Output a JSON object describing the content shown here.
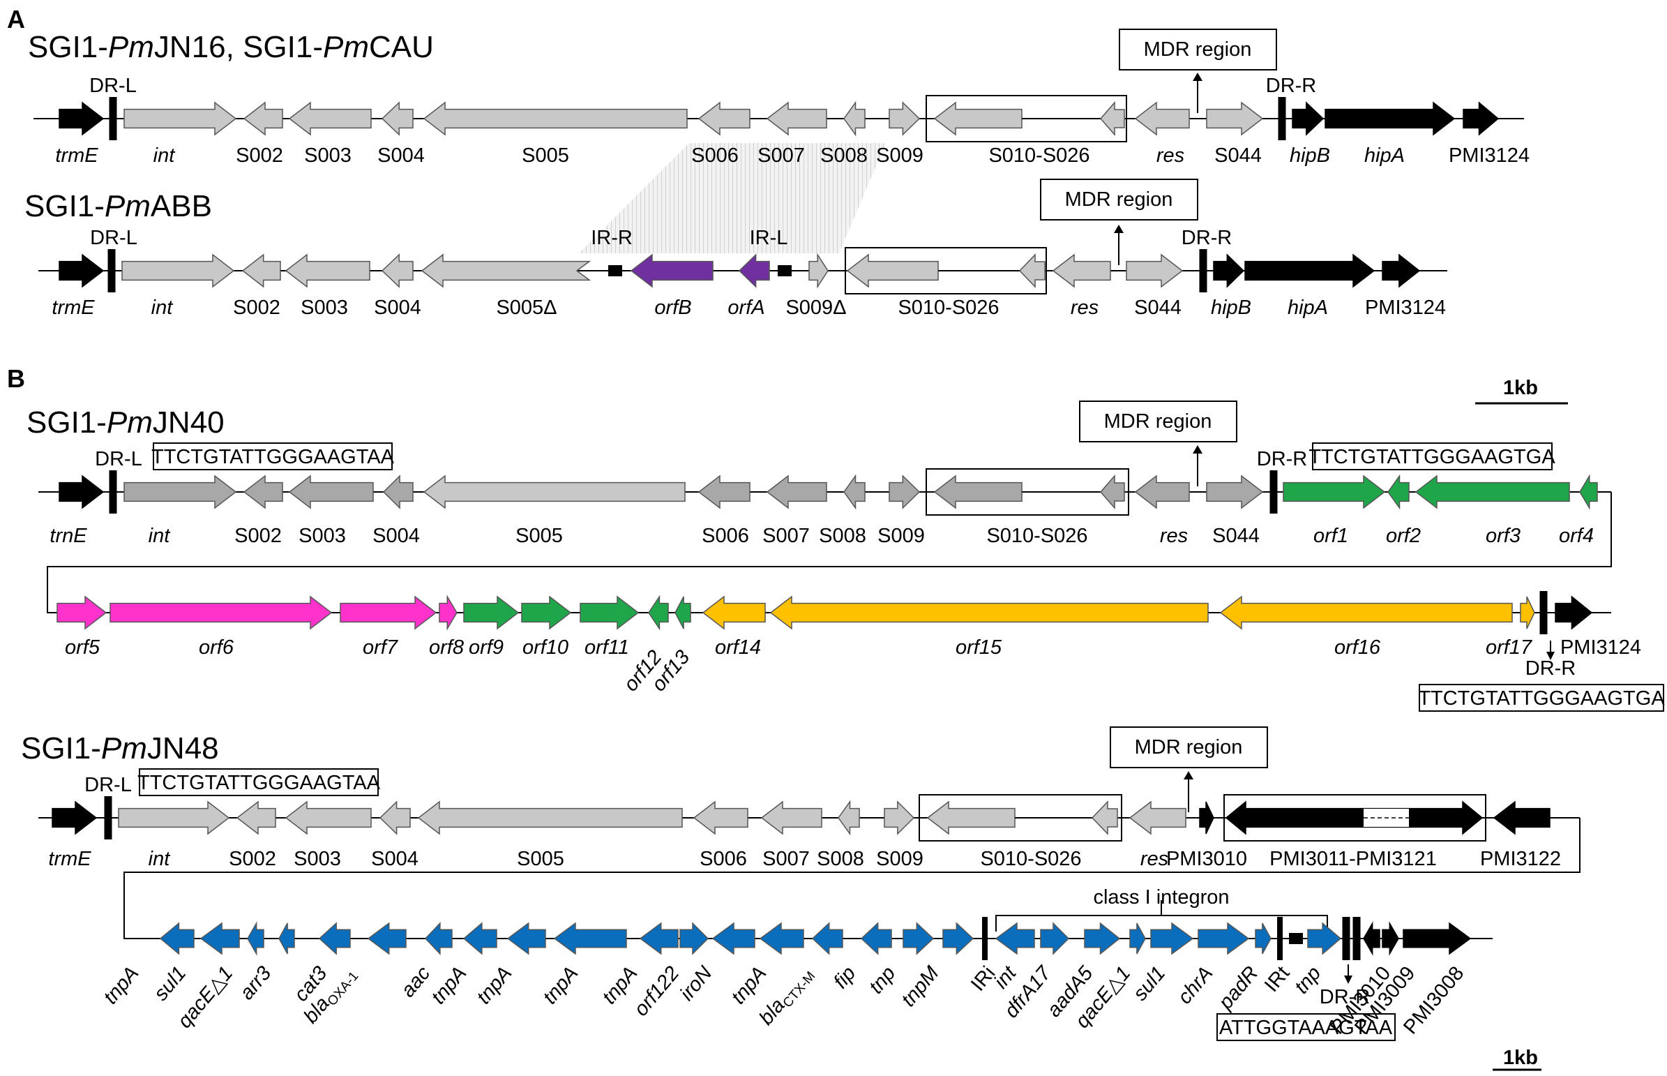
{
  "panels": [
    "A",
    "B"
  ],
  "colors": {
    "grey": "#c8c8c8",
    "dark_grey": "#a8a8a8",
    "black": "#000000",
    "purple": "#7030a0",
    "green": "#1fa64a",
    "magenta": "#ff33cc",
    "orange": "#ffc000",
    "blue": "#0a6ebd"
  },
  "scale": "1kb",
  "labels": {
    "mdr": "MDR region",
    "region": "S010-S026",
    "dr_l": "DR-L",
    "dr_r": "DR-R",
    "ir_r": "IR-R",
    "ir_l": "IR-L",
    "class1": "class I integron",
    "seq1": "TTCTGTATTGGGAAGTAA",
    "seq2": "TTCTGTATTGGGAAGTGA",
    "seq3": "ATTGGTAAAGTAA"
  },
  "islands": [
    {
      "title_parts": [
        "SGI1-",
        "Pm",
        "JN16, SGI1-",
        "Pm",
        "CAU"
      ],
      "genes": [
        {
          "name": "trmE",
          "italic": true,
          "color": "black",
          "dir": "right"
        },
        {
          "name": "int",
          "italic": true,
          "color": "grey",
          "dir": "right"
        },
        {
          "name": "S002",
          "italic": false,
          "color": "grey",
          "dir": "left"
        },
        {
          "name": "S003",
          "italic": false,
          "color": "grey",
          "dir": "left"
        },
        {
          "name": "S004",
          "italic": false,
          "color": "grey",
          "dir": "left"
        },
        {
          "name": "S005",
          "italic": false,
          "color": "grey",
          "dir": "left"
        },
        {
          "name": "S006",
          "italic": false,
          "color": "grey",
          "dir": "left"
        },
        {
          "name": "S007",
          "italic": false,
          "color": "grey",
          "dir": "left"
        },
        {
          "name": "S008",
          "italic": false,
          "color": "grey",
          "dir": "left"
        },
        {
          "name": "S009",
          "italic": false,
          "color": "grey",
          "dir": "right"
        },
        {
          "name": "S010-S026",
          "italic": false,
          "color": "grey",
          "dir": "left"
        },
        {
          "name": "res",
          "italic": true,
          "color": "grey",
          "dir": "left"
        },
        {
          "name": "S044",
          "italic": false,
          "color": "grey",
          "dir": "right"
        },
        {
          "name": "hipB",
          "italic": true,
          "color": "black",
          "dir": "right"
        },
        {
          "name": "hipA",
          "italic": true,
          "color": "black",
          "dir": "right"
        },
        {
          "name": "PMI3124",
          "italic": false,
          "color": "black",
          "dir": "right"
        }
      ]
    },
    {
      "title_parts": [
        "SGI1-",
        "Pm",
        "ABB"
      ],
      "genes": [
        {
          "name": "trmE",
          "italic": true,
          "color": "black",
          "dir": "right"
        },
        {
          "name": "int",
          "italic": true,
          "color": "grey",
          "dir": "right"
        },
        {
          "name": "S002",
          "italic": false,
          "color": "grey",
          "dir": "left"
        },
        {
          "name": "S003",
          "italic": false,
          "color": "grey",
          "dir": "left"
        },
        {
          "name": "S004",
          "italic": false,
          "color": "grey",
          "dir": "left"
        },
        {
          "name": "S005Δ",
          "italic": false,
          "color": "grey",
          "dir": "left"
        },
        {
          "name": "orfB",
          "italic": true,
          "color": "purple",
          "dir": "left"
        },
        {
          "name": "orfA",
          "italic": true,
          "color": "purple",
          "dir": "left"
        },
        {
          "name": "S009Δ",
          "italic": false,
          "color": "grey",
          "dir": "right"
        },
        {
          "name": "S010-S026",
          "italic": false,
          "color": "grey",
          "dir": "left"
        },
        {
          "name": "res",
          "italic": true,
          "color": "grey",
          "dir": "left"
        },
        {
          "name": "S044",
          "italic": false,
          "color": "grey",
          "dir": "right"
        },
        {
          "name": "hipB",
          "italic": true,
          "color": "black",
          "dir": "right"
        },
        {
          "name": "hipA",
          "italic": true,
          "color": "black",
          "dir": "right"
        },
        {
          "name": "PMI3124",
          "italic": false,
          "color": "black",
          "dir": "right"
        }
      ]
    },
    {
      "title_parts": [
        "SGI1-",
        "Pm",
        "JN40"
      ],
      "genes": [
        {
          "name": "trnE",
          "italic": true,
          "color": "black",
          "dir": "right"
        },
        {
          "name": "int",
          "italic": true,
          "color": "dark_grey",
          "dir": "right"
        },
        {
          "name": "S002",
          "italic": false,
          "color": "dark_grey",
          "dir": "left"
        },
        {
          "name": "S003",
          "italic": false,
          "color": "dark_grey",
          "dir": "left"
        },
        {
          "name": "S004",
          "italic": false,
          "color": "dark_grey",
          "dir": "left"
        },
        {
          "name": "S005",
          "italic": false,
          "color": "grey",
          "dir": "left"
        },
        {
          "name": "S006",
          "italic": false,
          "color": "dark_grey",
          "dir": "left"
        },
        {
          "name": "S007",
          "italic": false,
          "color": "dark_grey",
          "dir": "left"
        },
        {
          "name": "S008",
          "italic": false,
          "color": "dark_grey",
          "dir": "left"
        },
        {
          "name": "S009",
          "italic": false,
          "color": "dark_grey",
          "dir": "right"
        },
        {
          "name": "S010-S026",
          "italic": false,
          "color": "dark_grey",
          "dir": "left"
        },
        {
          "name": "res",
          "italic": true,
          "color": "dark_grey",
          "dir": "left"
        },
        {
          "name": "S044",
          "italic": false,
          "color": "dark_grey",
          "dir": "right"
        },
        {
          "name": "orf1",
          "italic": true,
          "color": "green",
          "dir": "right"
        },
        {
          "name": "orf2",
          "italic": true,
          "color": "green",
          "dir": "left"
        },
        {
          "name": "orf3",
          "italic": true,
          "color": "green",
          "dir": "left"
        },
        {
          "name": "orf4",
          "italic": true,
          "color": "green",
          "dir": "left"
        },
        {
          "name": "orf5",
          "italic": true,
          "color": "magenta",
          "dir": "right"
        },
        {
          "name": "orf6",
          "italic": true,
          "color": "magenta",
          "dir": "right"
        },
        {
          "name": "orf7",
          "italic": true,
          "color": "magenta",
          "dir": "right"
        },
        {
          "name": "orf8",
          "italic": true,
          "color": "magenta",
          "dir": "right"
        },
        {
          "name": "orf9",
          "italic": true,
          "color": "green",
          "dir": "right"
        },
        {
          "name": "orf10",
          "italic": true,
          "color": "green",
          "dir": "right"
        },
        {
          "name": "orf11",
          "italic": true,
          "color": "green",
          "dir": "right"
        },
        {
          "name": "orf12",
          "italic": true,
          "color": "green",
          "dir": "left"
        },
        {
          "name": "orf13",
          "italic": true,
          "color": "green",
          "dir": "left"
        },
        {
          "name": "orf14",
          "italic": true,
          "color": "orange",
          "dir": "left"
        },
        {
          "name": "orf15",
          "italic": true,
          "color": "orange",
          "dir": "left"
        },
        {
          "name": "orf16",
          "italic": true,
          "color": "orange",
          "dir": "left"
        },
        {
          "name": "orf17",
          "italic": true,
          "color": "orange",
          "dir": "right"
        },
        {
          "name": "PMI3124",
          "italic": false,
          "color": "black",
          "dir": "right"
        }
      ]
    },
    {
      "title_parts": [
        "SGI1-",
        "Pm",
        "JN48"
      ],
      "genes": [
        {
          "name": "trmE",
          "italic": true,
          "color": "black",
          "dir": "right"
        },
        {
          "name": "int",
          "italic": true,
          "color": "grey",
          "dir": "right"
        },
        {
          "name": "S002",
          "italic": false,
          "color": "grey",
          "dir": "left"
        },
        {
          "name": "S003",
          "italic": false,
          "color": "grey",
          "dir": "left"
        },
        {
          "name": "S004",
          "italic": false,
          "color": "grey",
          "dir": "left"
        },
        {
          "name": "S005",
          "italic": false,
          "color": "grey",
          "dir": "left"
        },
        {
          "name": "S006",
          "italic": false,
          "color": "grey",
          "dir": "left"
        },
        {
          "name": "S007",
          "italic": false,
          "color": "grey",
          "dir": "left"
        },
        {
          "name": "S008",
          "italic": false,
          "color": "grey",
          "dir": "left"
        },
        {
          "name": "S009",
          "italic": false,
          "color": "grey",
          "dir": "right"
        },
        {
          "name": "S010-S026",
          "italic": false,
          "color": "grey",
          "dir": "left"
        },
        {
          "name": "res",
          "italic": true,
          "color": "grey",
          "dir": "left"
        },
        {
          "name": "PMI3010",
          "italic": false,
          "color": "black",
          "dir": "right"
        },
        {
          "name": "PMI3011-PMI3121",
          "italic": false,
          "color": "black",
          "dir": "both"
        },
        {
          "name": "PMI3122",
          "italic": false,
          "color": "black",
          "dir": "left"
        },
        {
          "name": "tnpA",
          "italic": true,
          "color": "blue",
          "dir": "left"
        },
        {
          "name": "sul1",
          "italic": true,
          "color": "blue",
          "dir": "left"
        },
        {
          "name": "qacE△1",
          "italic": true,
          "color": "blue",
          "dir": "left"
        },
        {
          "name": "arr3",
          "italic": true,
          "color": "blue",
          "dir": "left"
        },
        {
          "name": "cat3",
          "italic": true,
          "color": "blue",
          "dir": "left"
        },
        {
          "name": "blaOXA-1",
          "italic": true,
          "color": "blue",
          "dir": "left"
        },
        {
          "name": "aac",
          "italic": true,
          "color": "blue",
          "dir": "left"
        },
        {
          "name": "tnpA",
          "italic": true,
          "color": "blue",
          "dir": "left"
        },
        {
          "name": "tnpA",
          "italic": true,
          "color": "blue",
          "dir": "left"
        },
        {
          "name": "tnpA",
          "italic": true,
          "color": "blue",
          "dir": "left"
        },
        {
          "name": "tnpA",
          "italic": true,
          "color": "blue",
          "dir": "left"
        },
        {
          "name": "orf122",
          "italic": true,
          "color": "blue",
          "dir": "right"
        },
        {
          "name": "iroN",
          "italic": true,
          "color": "blue",
          "dir": "left"
        },
        {
          "name": "tnpA",
          "italic": true,
          "color": "blue",
          "dir": "left"
        },
        {
          "name": "blaCTX-M",
          "italic": true,
          "color": "blue",
          "dir": "left"
        },
        {
          "name": "fip",
          "italic": true,
          "color": "blue",
          "dir": "left"
        },
        {
          "name": "tnp",
          "italic": true,
          "color": "blue",
          "dir": "right"
        },
        {
          "name": "tnpM",
          "italic": true,
          "color": "blue",
          "dir": "right"
        },
        {
          "name": "IRi",
          "italic": false,
          "color": "black",
          "dir": "none"
        },
        {
          "name": "int",
          "italic": true,
          "color": "blue",
          "dir": "left"
        },
        {
          "name": "dfrA17",
          "italic": true,
          "color": "blue",
          "dir": "right"
        },
        {
          "name": "aadA5",
          "italic": true,
          "color": "blue",
          "dir": "right"
        },
        {
          "name": "qacE△1",
          "italic": true,
          "color": "blue",
          "dir": "right"
        },
        {
          "name": "sul1",
          "italic": true,
          "color": "blue",
          "dir": "right"
        },
        {
          "name": "chrA",
          "italic": true,
          "color": "blue",
          "dir": "right"
        },
        {
          "name": "padR",
          "italic": true,
          "color": "blue",
          "dir": "right"
        },
        {
          "name": "IRt",
          "italic": false,
          "color": "black",
          "dir": "none"
        },
        {
          "name": "tnp",
          "italic": true,
          "color": "blue",
          "dir": "right"
        },
        {
          "name": "PMI3010",
          "italic": false,
          "color": "black",
          "dir": "left"
        },
        {
          "name": "PMI3009",
          "italic": false,
          "color": "black",
          "dir": "right"
        },
        {
          "name": "PMI3008",
          "italic": false,
          "color": "black",
          "dir": "right"
        }
      ]
    }
  ]
}
